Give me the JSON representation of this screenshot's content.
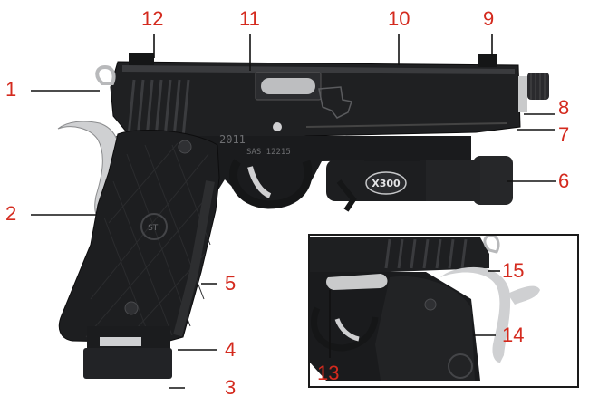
{
  "callouts": [
    {
      "id": "1",
      "label": "1"
    },
    {
      "id": "2",
      "label": "2"
    },
    {
      "id": "3",
      "label": "3"
    },
    {
      "id": "4",
      "label": "4"
    },
    {
      "id": "5",
      "label": "5"
    },
    {
      "id": "6",
      "label": "6"
    },
    {
      "id": "7",
      "label": "7"
    },
    {
      "id": "8",
      "label": "8"
    },
    {
      "id": "9",
      "label": "9"
    },
    {
      "id": "10",
      "label": "10"
    },
    {
      "id": "11",
      "label": "11"
    },
    {
      "id": "12",
      "label": "12"
    },
    {
      "id": "13",
      "label": "13"
    },
    {
      "id": "14",
      "label": "14"
    },
    {
      "id": "15",
      "label": "15"
    }
  ],
  "engraving": {
    "model": "2011",
    "serial": "SAS 12215",
    "light_brand": "X300",
    "grip_logo": "STI"
  },
  "colors": {
    "callout": "#d42a1e",
    "gun": "#1b1c1e",
    "steel": "#c9cacb"
  }
}
